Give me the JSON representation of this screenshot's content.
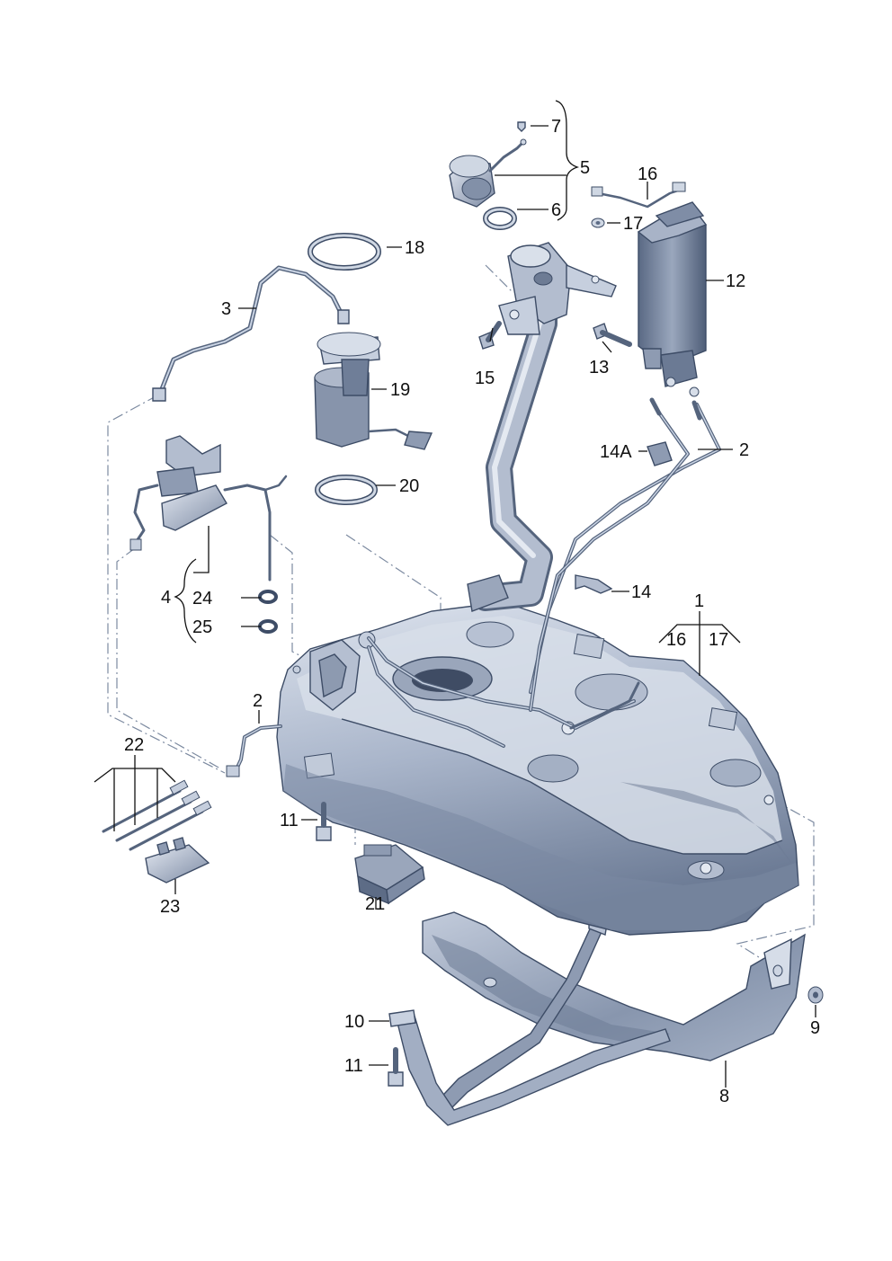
{
  "colors": {
    "metal_light": "#c8d1e0",
    "metal_mid": "#95a3bb",
    "metal_dark": "#5d6c86",
    "outline": "#3d4c66",
    "text": "#111111"
  },
  "callouts": {
    "c1": "1",
    "c2a": "2",
    "c2b": "2",
    "c3": "3",
    "c4": "4",
    "c5": "5",
    "c6": "6",
    "c7": "7",
    "c8": "8",
    "c9": "9",
    "c10": "10",
    "c11a": "11",
    "c11b": "11",
    "c12": "12",
    "c13": "13",
    "c14": "14",
    "c14a": "14A",
    "c15": "15",
    "c16a": "16",
    "c16b": "16",
    "c17a": "17",
    "c17b": "17",
    "c18": "18",
    "c19": "19",
    "c20": "20",
    "c21": "21",
    "c22": "22",
    "c23": "23",
    "c24": "24",
    "c25": "25"
  }
}
